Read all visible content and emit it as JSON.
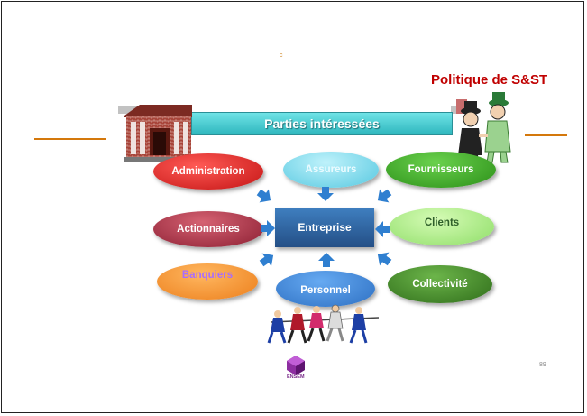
{
  "slide": {
    "mark": "c",
    "title": "Politique de S&ST",
    "page_number": "89"
  },
  "diagram": {
    "banner": "Parties intéressées",
    "center": "Entreprise",
    "stakeholders": {
      "administration": "Administration",
      "assureurs": "Assureurs",
      "fournisseurs": "Fournisseurs",
      "actionnaires": "Actionnaires",
      "clients": "Clients",
      "banquiers": "Banquiers",
      "personnel": "Personnel",
      "collectivite": "Collectivité"
    }
  },
  "logo": {
    "label": "ENSEM"
  },
  "colors": {
    "title": "#c00000",
    "rule": "#d4780c",
    "banner": "#3ec4ca",
    "center_box": "#2f64a3",
    "arrow": "#2f7fd0"
  }
}
